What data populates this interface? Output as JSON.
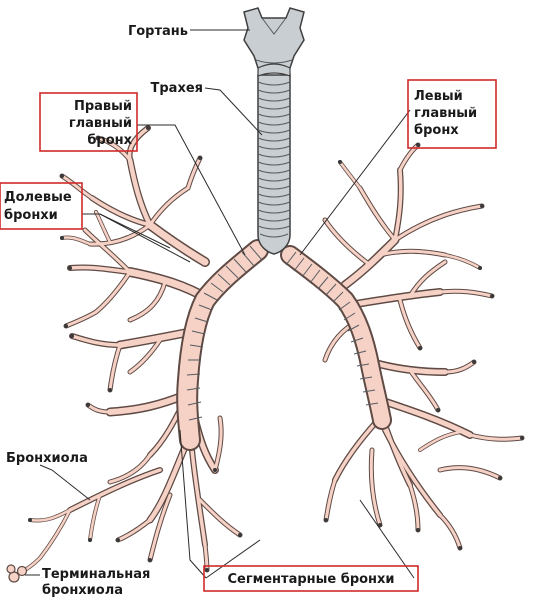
{
  "labels": {
    "larynx": "Гортань",
    "trachea": "Трахея",
    "right_main_bronchus": [
      "Правый",
      "главный",
      "бронх"
    ],
    "left_main_bronchus": [
      "Левый",
      "главный",
      "бронх"
    ],
    "lobar_bronchi": [
      "Долевые",
      "бронхи"
    ],
    "bronchiole": "Бронхиола",
    "terminal_bronchiole": [
      "Терминальная",
      "бронхиола"
    ],
    "segmental_bronchi": "Сегментарные бронхи"
  },
  "colors": {
    "bronchi_fill": "#f6d2c6",
    "bronchi_outline": "#5f4a44",
    "trachea_fill": "#c9ced2",
    "label_box": "#d22a2a"
  }
}
